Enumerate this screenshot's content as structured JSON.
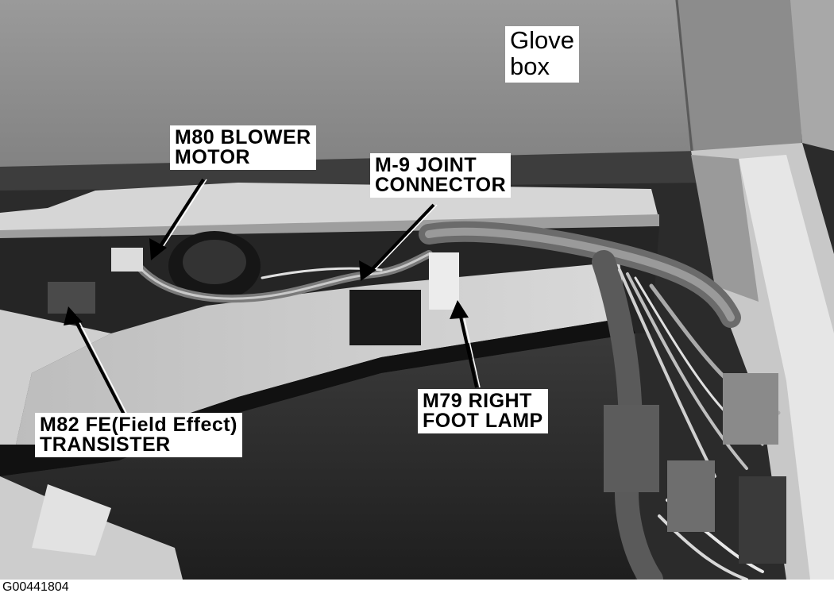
{
  "labels": {
    "glove_box": [
      "Glove",
      "box"
    ],
    "blower_motor": [
      "M80 BLOWER",
      "MOTOR"
    ],
    "joint_connector": [
      "M-9 JOINT",
      "CONNECTOR"
    ],
    "fe_transister": [
      "M82 FE(Field Effect)",
      "TRANSISTER"
    ],
    "right_foot_lamp": [
      "M79 RIGHT",
      "FOOT LAMP"
    ]
  },
  "caption": "G00441804"
}
